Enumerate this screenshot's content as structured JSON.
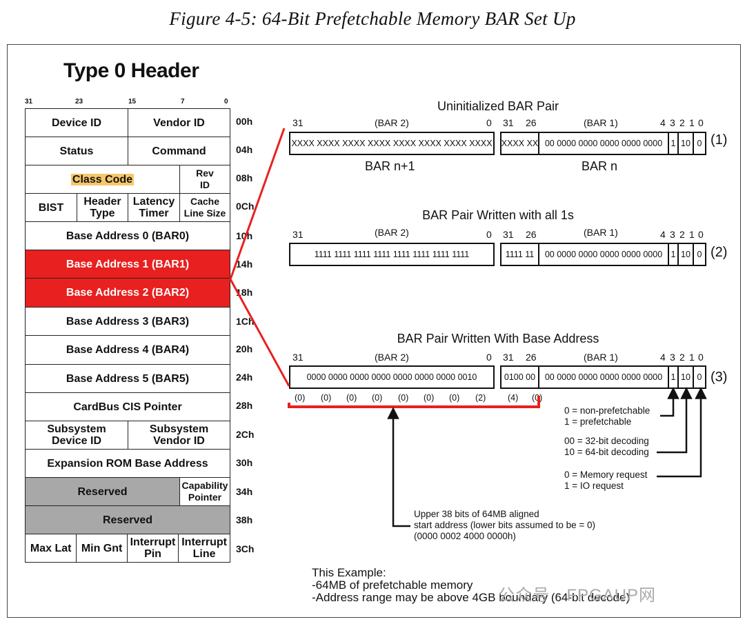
{
  "figure_title": "Figure 4-5: 64-Bit Prefetchable Memory BAR Set Up",
  "header": {
    "title": "Type 0 Header",
    "bit_labels": [
      "31",
      "23",
      "15",
      "7",
      "0"
    ],
    "rows": [
      {
        "offset": "00h",
        "cells": [
          "Device ID",
          "Vendor ID"
        ]
      },
      {
        "offset": "04h",
        "cells": [
          "Status",
          "Command"
        ]
      },
      {
        "offset": "08h",
        "cells": [
          "Class Code",
          "Rev ID"
        ]
      },
      {
        "offset": "0Ch",
        "cells": [
          "BIST",
          "Header Type",
          "Latency Timer",
          "Cache Line Size"
        ]
      },
      {
        "offset": "10h",
        "cells": [
          "Base Address 0 (BAR0)"
        ]
      },
      {
        "offset": "14h",
        "cells": [
          "Base Address 1 (BAR1)"
        ]
      },
      {
        "offset": "18h",
        "cells": [
          "Base Address 2 (BAR2)"
        ]
      },
      {
        "offset": "1Ch",
        "cells": [
          "Base Address 3 (BAR3)"
        ]
      },
      {
        "offset": "20h",
        "cells": [
          "Base Address 4 (BAR4)"
        ]
      },
      {
        "offset": "24h",
        "cells": [
          "Base Address 5 (BAR5)"
        ]
      },
      {
        "offset": "28h",
        "cells": [
          "CardBus CIS Pointer"
        ]
      },
      {
        "offset": "2Ch",
        "cells": [
          "Subsystem Device ID",
          "Subsystem Vendor ID"
        ]
      },
      {
        "offset": "30h",
        "cells": [
          "Expansion ROM Base Address"
        ]
      },
      {
        "offset": "34h",
        "cells": [
          "Reserved",
          "Capability Pointer"
        ]
      },
      {
        "offset": "38h",
        "cells": [
          "Reserved"
        ]
      },
      {
        "offset": "3Ch",
        "cells": [
          "Max Lat",
          "Min Gnt",
          "Interrupt Pin",
          "Interrupt Line"
        ]
      }
    ]
  },
  "sections": [
    {
      "title": "Uninitialized BAR Pair",
      "tag": "(1)",
      "bar2_label": "(BAR 2)",
      "bar1_label": "(BAR 1)",
      "bar2_bits": [
        "31",
        "0"
      ],
      "bar1_bits": [
        "31",
        "26",
        "4",
        "3",
        "2",
        "1",
        "0"
      ],
      "bar2_value": "XXXX XXXX XXXX XXXX XXXX XXXX XXXX XXXX",
      "bar1_hi": "XXXX XX",
      "bar1_mid": "00 0000 0000 0000 0000 0000",
      "bit3": "1",
      "bits21": "10",
      "bit0": "0",
      "sub_left": "BAR n+1",
      "sub_right": "BAR n"
    },
    {
      "title": "BAR Pair Written with all 1s",
      "tag": "(2)",
      "bar2_label": "(BAR 2)",
      "bar1_label": "(BAR 1)",
      "bar2_bits": [
        "31",
        "0"
      ],
      "bar1_bits": [
        "31",
        "26",
        "4",
        "3",
        "2",
        "1",
        "0"
      ],
      "bar2_value": "1111 1111 1111 1111 1111 1111 1111 1111",
      "bar1_hi": "1111 11",
      "bar1_mid": "00 0000 0000 0000 0000 0000",
      "bit3": "1",
      "bits21": "10",
      "bit0": "0"
    },
    {
      "title": "BAR Pair Written With Base Address",
      "tag": "(3)",
      "bar2_label": "(BAR 2)",
      "bar1_label": "(BAR 1)",
      "bar2_bits": [
        "31",
        "0"
      ],
      "bar1_bits": [
        "31",
        "26",
        "4",
        "3",
        "2",
        "1",
        "0"
      ],
      "bar2_value": "0000 0000 0000 0000 0000 0000 0000 0010",
      "bar1_hi": "0100 00",
      "bar1_mid": "00 0000 0000 0000 0000 0000",
      "bit3": "1",
      "bits21": "10",
      "bit0": "0",
      "nibble_values": [
        "(0)",
        "(0)",
        "(0)",
        "(0)",
        "(0)",
        "(0)",
        "(0)",
        "(2)",
        "(4)",
        "(0)"
      ]
    }
  ],
  "notes": {
    "prefetch": [
      "0 = non-prefetchable",
      "1 = prefetchable"
    ],
    "decoding": [
      "00 = 32-bit decoding",
      "10 = 64-bit decoding"
    ],
    "request": [
      "0 = Memory request",
      "1 = IO request"
    ],
    "upper_bits": [
      "Upper 38 bits of 64MB aligned",
      "start address (lower bits assumed to be = 0)",
      "(0000 0002 4000 0000h)"
    ]
  },
  "example": {
    "heading": "This Example:",
    "lines": [
      "-64MB of prefetchable memory",
      "-Address range may be above 4GB boundary (64-bit decode)"
    ]
  },
  "watermark": "公众号 · FPGAUP网",
  "colors": {
    "highlight_bar": "#e8201f",
    "class_code_bg": "#f6c76a",
    "reserved_bg": "#a8a8a8",
    "connector": "#e8201f"
  }
}
